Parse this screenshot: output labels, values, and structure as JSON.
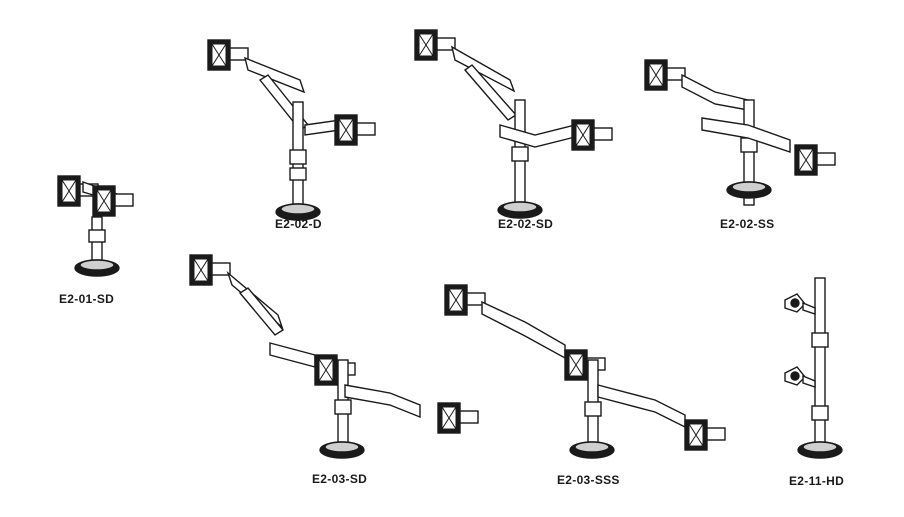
{
  "products": [
    {
      "code": "E2-02-D"
    },
    {
      "code": "E2-02-SD"
    },
    {
      "code": "E2-02-SS"
    },
    {
      "code": "E2-01-SD"
    },
    {
      "code": "E2-03-SD"
    },
    {
      "code": "E2-03-SSS"
    },
    {
      "code": "E2-11-HD"
    }
  ]
}
